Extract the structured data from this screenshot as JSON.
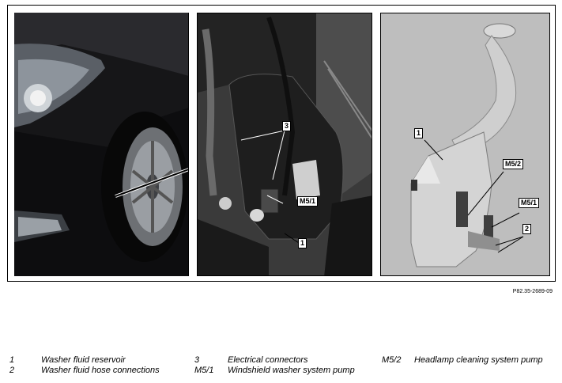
{
  "figure": {
    "code": "P82.35-2689-09",
    "callouts": {
      "p2_3": "3",
      "p2_m51": "M5/1",
      "p2_1": "1",
      "p3_1": "1",
      "p3_m52": "M5/2",
      "p3_m51": "M5/1",
      "p3_2": "2"
    }
  },
  "legend": [
    {
      "num": "1",
      "text": "Washer fluid reservoir"
    },
    {
      "num": "2",
      "text": "Washer fluid hose connections"
    },
    {
      "num": "3",
      "text": "Electrical connectors"
    },
    {
      "num": "M5/1",
      "text": "Windshield washer system pump"
    },
    {
      "num": "M5/2",
      "text": "Headlamp cleaning system pump"
    }
  ]
}
